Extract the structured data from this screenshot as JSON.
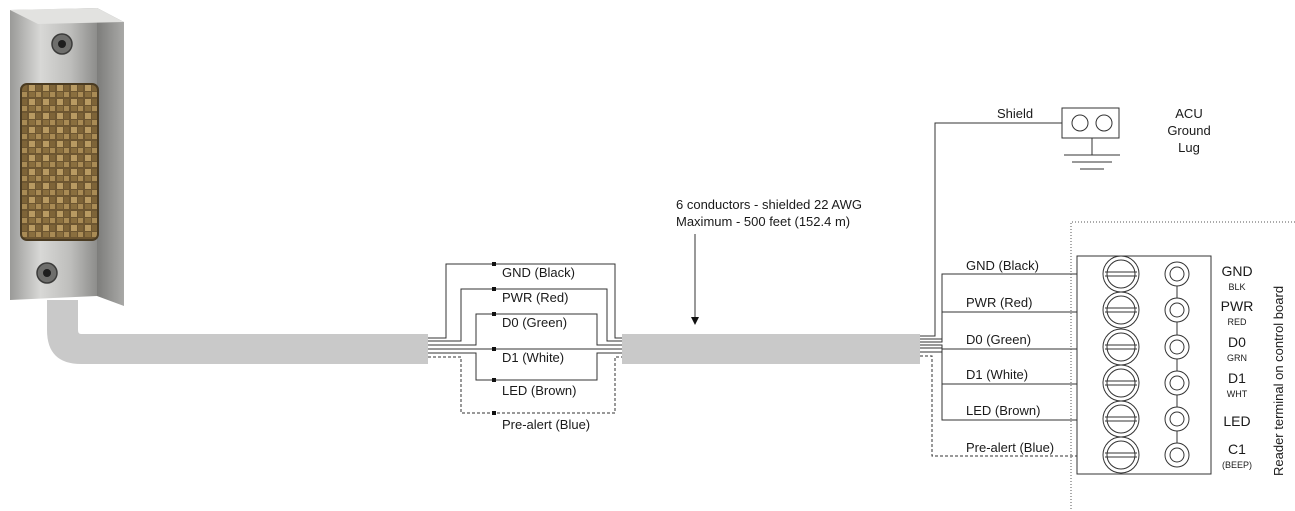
{
  "cable_note": {
    "line1": "6 conductors - shielded 22 AWG",
    "line2": "Maximum - 500 feet (152.4 m)"
  },
  "splice_wires": [
    "GND (Black)",
    "PWR (Red)",
    "D0 (Green)",
    "D1 (White)",
    "LED (Brown)",
    "Pre-alert (Blue)"
  ],
  "panel_wires": [
    "GND (Black)",
    "PWR (Red)",
    "D0 (Green)",
    "D1 (White)",
    "LED (Brown)",
    "Pre-alert (Blue)"
  ],
  "shield": {
    "label": "Shield",
    "lug_line1": "ACU",
    "lug_line2": "Ground",
    "lug_line3": "Lug"
  },
  "terminals": [
    {
      "name": "GND",
      "sub": "BLK"
    },
    {
      "name": "PWR",
      "sub": "RED"
    },
    {
      "name": "D0",
      "sub": "GRN"
    },
    {
      "name": "D1",
      "sub": "WHT"
    },
    {
      "name": "LED",
      "sub": ""
    },
    {
      "name": "C1",
      "sub": "(BEEP)"
    }
  ],
  "board_label": "Reader terminal on control board",
  "colors": {
    "cable": "#c9c9c9",
    "reader_metal": "#b5b5b3",
    "reader_pad": "#8a6f3c",
    "line": "#333333"
  }
}
